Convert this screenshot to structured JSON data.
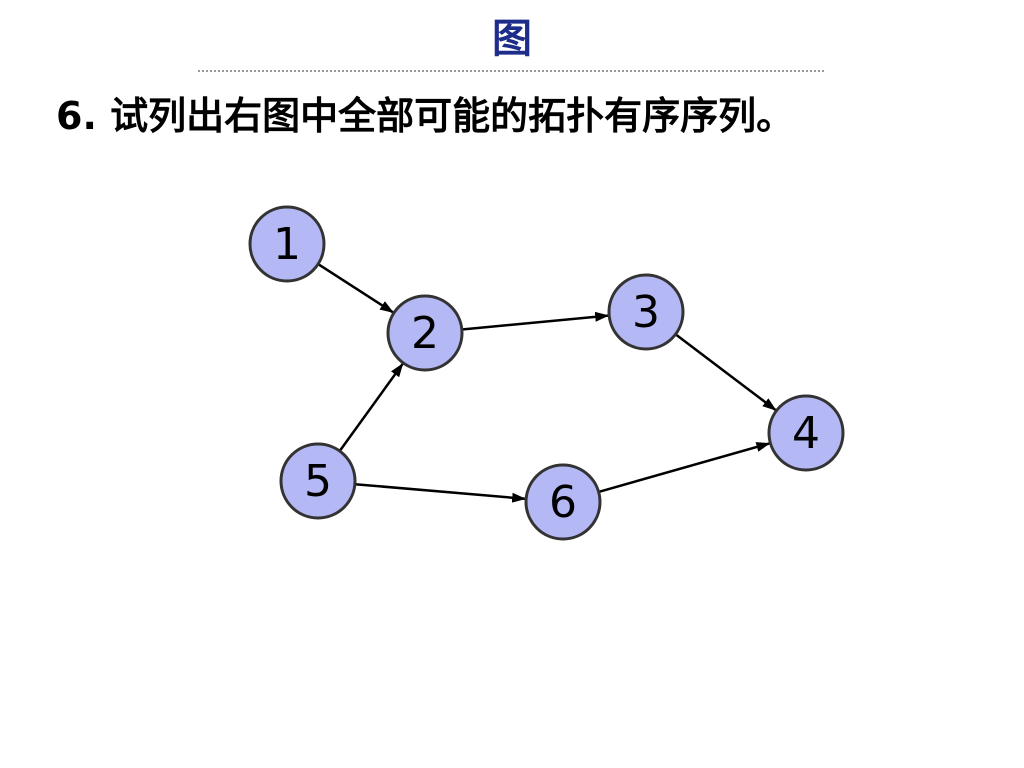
{
  "title": "图",
  "question": "6. 试列出右图中全部可能的拓扑有序序列。",
  "colors": {
    "title": "#1e2c8a",
    "node_fill": "#b4b8f4",
    "node_stroke": "#333333",
    "edge": "#000000"
  },
  "graph": {
    "nodes": [
      {
        "id": "1",
        "label": "1"
      },
      {
        "id": "2",
        "label": "2"
      },
      {
        "id": "3",
        "label": "3"
      },
      {
        "id": "4",
        "label": "4"
      },
      {
        "id": "5",
        "label": "5"
      },
      {
        "id": "6",
        "label": "6"
      }
    ],
    "edges": [
      {
        "from": "1",
        "to": "2"
      },
      {
        "from": "2",
        "to": "3"
      },
      {
        "from": "3",
        "to": "4"
      },
      {
        "from": "5",
        "to": "2"
      },
      {
        "from": "5",
        "to": "6"
      },
      {
        "from": "6",
        "to": "4"
      }
    ]
  }
}
